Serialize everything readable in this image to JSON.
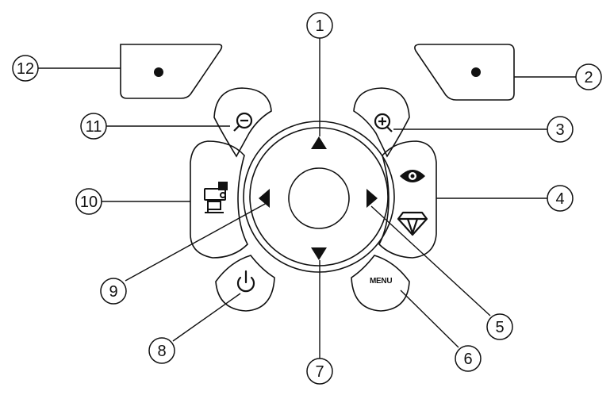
{
  "callouts": [
    {
      "number": "1"
    },
    {
      "number": "2"
    },
    {
      "number": "3"
    },
    {
      "number": "4"
    },
    {
      "number": "5"
    },
    {
      "number": "6"
    },
    {
      "number": "7"
    },
    {
      "number": "8"
    },
    {
      "number": "9"
    },
    {
      "number": "10"
    },
    {
      "number": "11"
    },
    {
      "number": "12"
    }
  ],
  "buttons": {
    "menu_label": "MENU"
  },
  "icons": {
    "zoom_in": "zoom-in-icon",
    "zoom_out": "zoom-out-icon",
    "eye": "eye-icon",
    "gem": "diamond-icon",
    "power": "power-icon",
    "projector": "projector-icon"
  },
  "colors": {
    "stroke": "#111111",
    "background": "#ffffff"
  }
}
